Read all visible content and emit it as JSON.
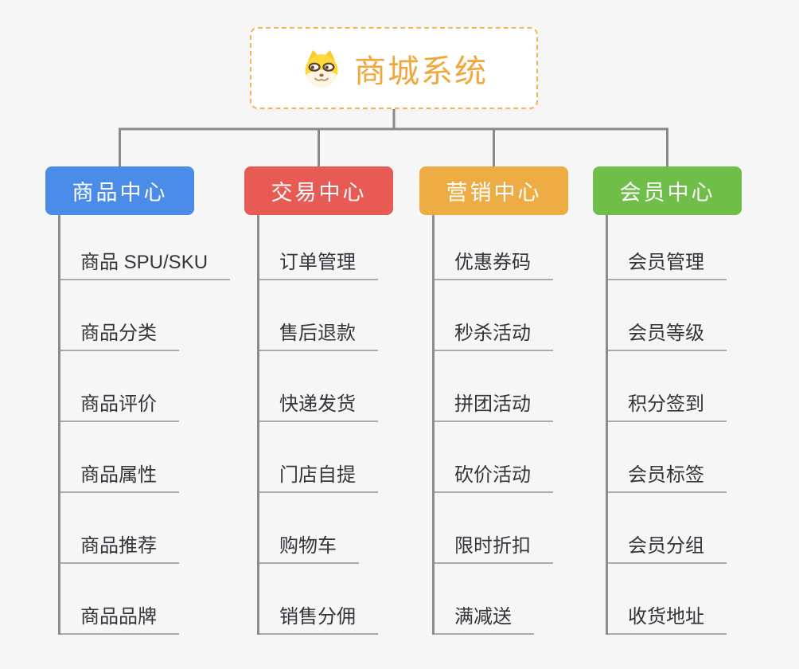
{
  "page": {
    "background": "#F6F6F6"
  },
  "root": {
    "title": "商城系统",
    "icon": "shiba-dog-icon",
    "accent_color": "#F0A73B",
    "border_color": "#F3B65A"
  },
  "connector_color": "#8A8A8A",
  "underline_color": "#ABABAB",
  "branches": [
    {
      "label": "商品中心",
      "color": "#4A8CE8",
      "children": [
        "商品 SPU/SKU",
        "商品分类",
        "商品评价",
        "商品属性",
        "商品推荐",
        "商品品牌"
      ]
    },
    {
      "label": "交易中心",
      "color": "#E85A54",
      "children": [
        "订单管理",
        "售后退款",
        "快递发货",
        "门店自提",
        "购物车",
        "销售分佣"
      ]
    },
    {
      "label": "营销中心",
      "color": "#EDAC44",
      "children": [
        "优惠券码",
        "秒杀活动",
        "拼团活动",
        "砍价活动",
        "限时折扣",
        "满减送"
      ]
    },
    {
      "label": "会员中心",
      "color": "#70BE4A",
      "children": [
        "会员管理",
        "会员等级",
        "积分签到",
        "会员标签",
        "会员分组",
        "收货地址"
      ]
    }
  ]
}
